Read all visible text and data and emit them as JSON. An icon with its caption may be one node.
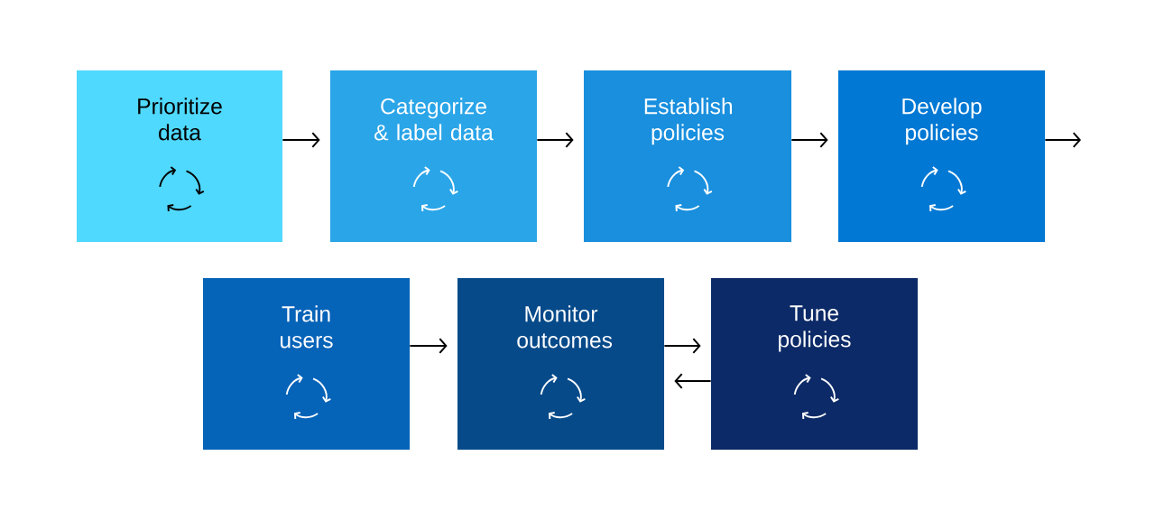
{
  "diagram": {
    "nodes": [
      {
        "text": [
          "Prioritize data"
        ]
      },
      {
        "text": [
          "Categorize & label data"
        ]
      },
      {
        "text": [
          "Establish policies"
        ]
      },
      {
        "text": [
          "Develop policies"
        ]
      },
      {
        "text": [
          "Train users"
        ]
      },
      {
        "text": [
          "Monitor outcomes"
        ]
      },
      {
        "text": [
          "Tune policies"
        ]
      }
    ],
    "edges": [
      {
        "from": 0,
        "to": 1,
        "arrow": "to"
      },
      {
        "from": 1,
        "to": 2,
        "arrow": "to"
      },
      {
        "from": 2,
        "to": 3,
        "arrow": "to"
      },
      {
        "from": 3,
        "to": null,
        "arrow": "to"
      },
      {
        "from": 4,
        "to": 5,
        "arrow": "to"
      },
      {
        "from": 5,
        "to": 6,
        "arrow": "to"
      },
      {
        "from": 6,
        "to": 5,
        "arrow": "to"
      }
    ]
  }
}
